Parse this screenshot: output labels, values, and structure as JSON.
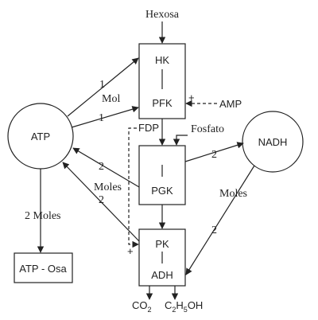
{
  "nodes": {
    "hexosa": "Hexosa",
    "hk": "HK",
    "pfk": "PFK",
    "amp": "AMP",
    "amp_sign": "+",
    "fdp": "FDP",
    "fosfato": "Fosfato",
    "pgk": "PGK",
    "pk": "PK",
    "adh": "ADH",
    "atp": "ATP",
    "nadh": "NADH",
    "atp_osa": "ATP - Osa",
    "co2": "CO",
    "co2_sub": "2",
    "c2h5oh": {
      "c": "C",
      "s1": "2",
      "h": "H",
      "s2": "5",
      "oh": "OH"
    },
    "plus_bottom": "+"
  },
  "labels": {
    "atp_hk_1": "1",
    "mol": "Mol",
    "atp_pfk_1": "1",
    "pgk_atp_2": "2",
    "moles_mid": "Moles",
    "pk_atp_2": "2",
    "atp_osa_moles": "2 Moles",
    "pgk_nadh_2": "2",
    "nadh_moles": "Moles",
    "nadh_adh_2": "2"
  }
}
